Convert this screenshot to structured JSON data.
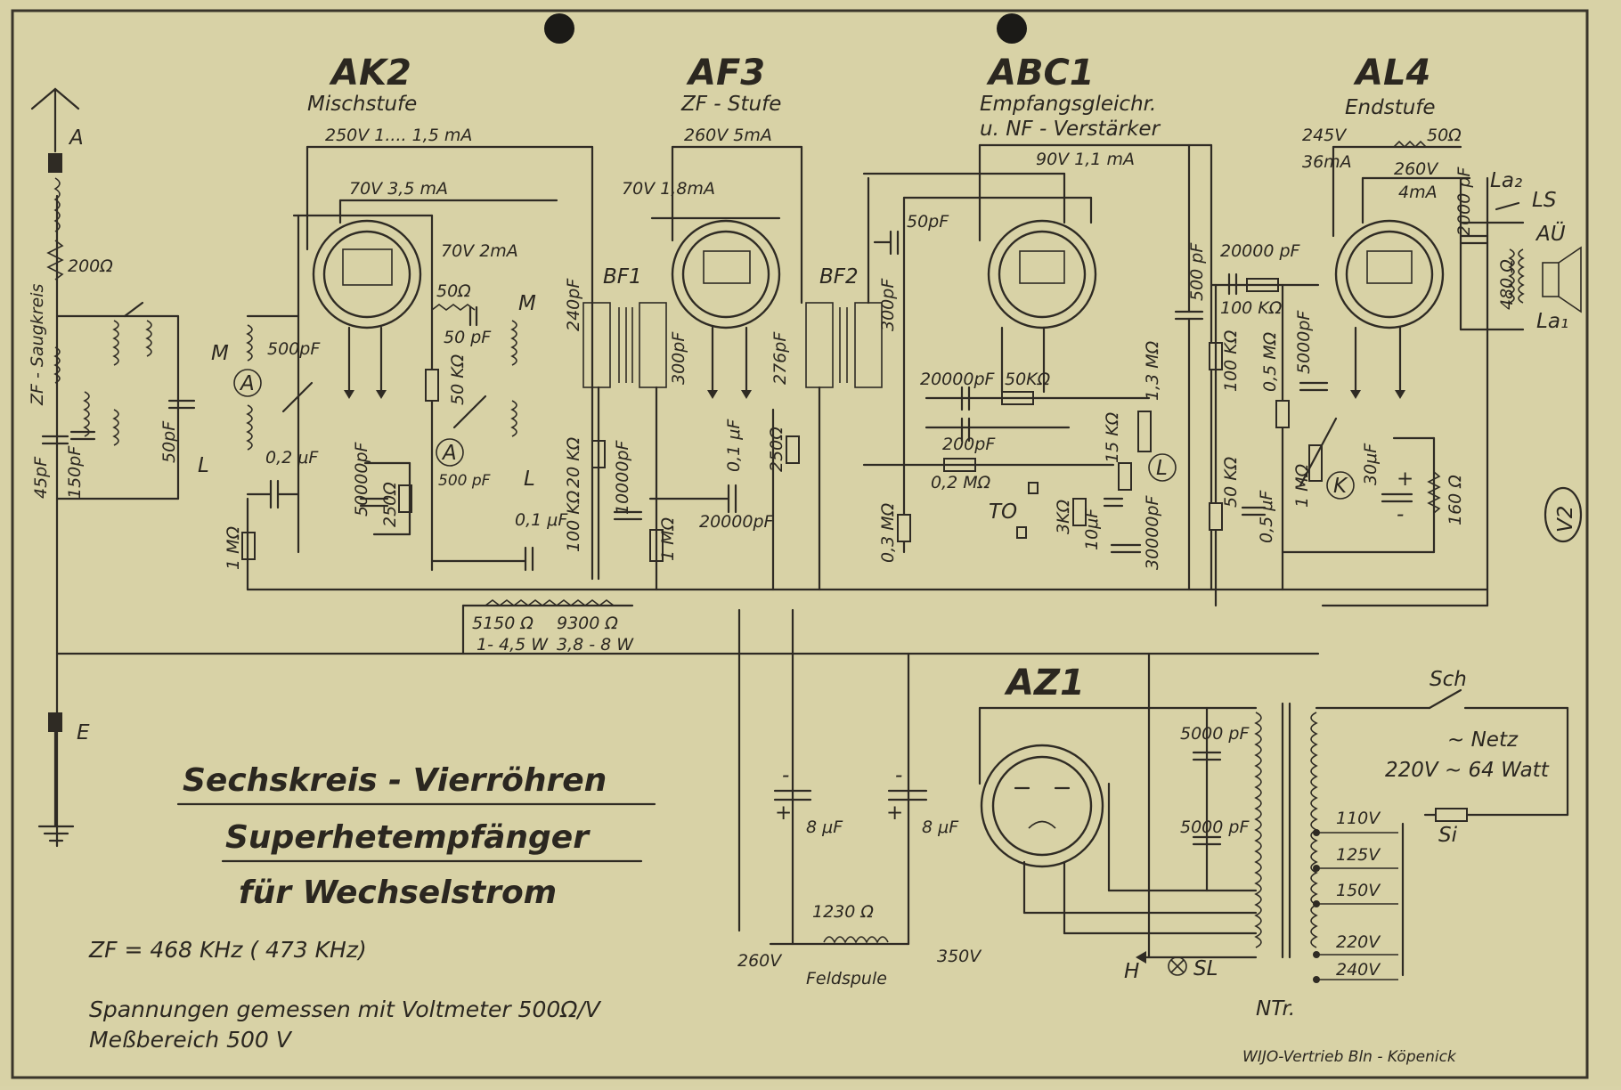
{
  "tubes": {
    "ak2": {
      "name": "AK2",
      "function": "Mischstufe",
      "rating": "250V  1.... 1,5 mA",
      "screen": "70V  3,5 mA",
      "osc": "70V  2mA"
    },
    "af3": {
      "name": "AF3",
      "function": "ZF - Stufe",
      "rating": "260V  5mA",
      "screen": "70V  1,8mA"
    },
    "abc1": {
      "name": "ABC1",
      "function": "Empfangsgleichr.",
      "function2": "u. NF - Verstärker",
      "rating": "90V  1,1 mA"
    },
    "al4": {
      "name": "AL4",
      "function": "Endstufe",
      "rating": "245V",
      "current": "36mA",
      "screen": "260V",
      "screen_current": "4mA"
    },
    "az1": {
      "name": "AZ1"
    }
  },
  "antenna": {
    "a": "A",
    "e": "E",
    "r": "200Ω",
    "circuit": "ZF - Saugkreis",
    "c1": "45pF",
    "c2": "150pF",
    "c3": "50pF"
  },
  "ak2_parts": {
    "m": "M",
    "l": "L",
    "c500": "500pF",
    "c02": "0,2 μF",
    "r1m": "1 MΩ",
    "c50000": "50000pF",
    "r250": "250Ω",
    "r50": "50Ω",
    "c50": "50 pF",
    "r50k": "50 KΩ",
    "c500b": "500 pF",
    "c01": "0,1 μF",
    "m2": "M",
    "l2": "L",
    "a1": "A",
    "a2": "A"
  },
  "bf1": {
    "name": "BF1",
    "c240": "240pF",
    "r20k": "20 KΩ",
    "c10000": "10000pF",
    "r100k": "100 KΩ",
    "c300": "300pF"
  },
  "af3_parts": {
    "c01": "0,1 μF",
    "r250": "250Ω",
    "r1m": "1 MΩ",
    "c20000": "20000pF"
  },
  "bf2": {
    "name": "BF2",
    "c276": "276pF",
    "c300": "300pF"
  },
  "abc1_parts": {
    "c50": "50pF",
    "c20000": "20000pF",
    "r50k": "50KΩ",
    "c200": "200pF",
    "r02m": "0,2 MΩ",
    "r03m": "0,3 MΩ",
    "to": "TO",
    "r3k": "3KΩ",
    "c10": "10μF",
    "r15k": "15 KΩ",
    "r13m": "1,3 MΩ",
    "c30000": "30000pF",
    "l": "L",
    "c500": "500 pF"
  },
  "al4_parts": {
    "c20000": "20000 pF",
    "r100k": "100 KΩ",
    "r100kb": "100 KΩ",
    "r05m": "0,5 MΩ",
    "c5000": "5000pF",
    "r50k": "50 KΩ",
    "c05": "0,5 μF",
    "r1m": "1 MΩ",
    "k": "K",
    "c30": "30μF",
    "r160": "160 Ω",
    "r50": "50Ω",
    "c2000": "2000 pF",
    "r480": "480 Ω",
    "la2": "La₂",
    "ls": "LS",
    "au": "AÜ",
    "la1": "La₁"
  },
  "dividers": {
    "r1": "5150 Ω",
    "r1w": "1- 4,5 W",
    "r2": "9300 Ω",
    "r2w": "3,8 - 8 W"
  },
  "power": {
    "c8a": "8 μF",
    "c8b": "8 μF",
    "field_r": "1230 Ω",
    "field": "Feldspule",
    "v260": "260V",
    "v350": "350V",
    "c5000a": "5000 pF",
    "c5000b": "5000 pF",
    "h": "H",
    "sl": "SL",
    "ntr": "NTr.",
    "sch": "Sch",
    "netz": "~ Netz",
    "mains": "220V ~ 64 Watt",
    "si": "Si",
    "taps": [
      "110V",
      "125V",
      "150V",
      "220V",
      "240V"
    ],
    "plus": "+",
    "minus": "-"
  },
  "title": {
    "line1": "Sechskreis - Vierröhren",
    "line2": "Superhetempfänger",
    "line3": "für Wechselstrom"
  },
  "notes": {
    "zf": "ZF =  468 KHz    ( 473 KHz)",
    "volt1": "Spannungen  gemessen  mit Voltmeter  500Ω/V",
    "volt2": "Meßbereich  500 V"
  },
  "sheet_no": "V2",
  "vendor": "WIJO-Vertrieb Bln - Köpenick"
}
